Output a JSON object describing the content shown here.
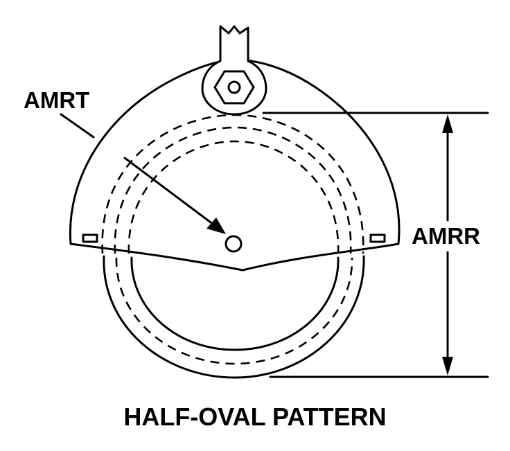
{
  "labels": {
    "thickness": "AMRT",
    "radius": "AMRR",
    "caption": "HALF-OVAL PATTERN"
  },
  "colors": {
    "ink": "#000000",
    "background": "#ffffff"
  }
}
